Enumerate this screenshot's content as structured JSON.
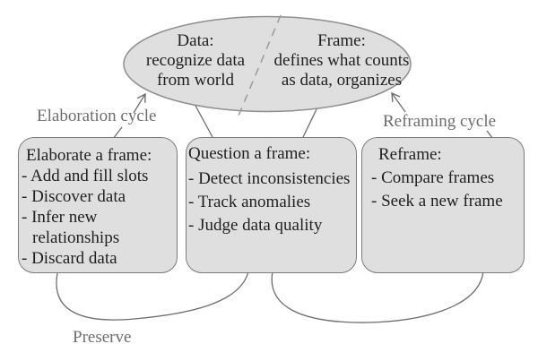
{
  "ellipse": {
    "left": {
      "title": "Data:",
      "line1": "recognize data",
      "line2": "from world"
    },
    "right": {
      "title": "Frame:",
      "line1": "defines what counts",
      "line2": "as data, organizes"
    }
  },
  "labels": {
    "elaboration": "Elaboration cycle",
    "reframing": "Reframing cycle",
    "preserve": "Preserve"
  },
  "boxes": {
    "elaborate": {
      "title": "Elaborate a frame:",
      "items": [
        "- Add and fill slots",
        "- Discover data",
        "- Infer new relationships",
        "- Discard data"
      ]
    },
    "question": {
      "title": "Question a frame:",
      "items": [
        "- Detect inconsistencies",
        "- Track anomalies",
        "- Judge data quality"
      ]
    },
    "reframe": {
      "title": "Reframe:",
      "items": [
        "- Compare frames",
        "- Seek a new frame"
      ]
    }
  },
  "colors": {
    "shape_fill": "#dfdfdf",
    "box_border": "#7b7b7b",
    "ellipse_border": "#8f8f8f",
    "line": "#6d6d6d",
    "dashed_divider": "#9a9a9a",
    "text": "#1f1f1f",
    "label_text": "#6d6d6d",
    "background": "#ffffff"
  }
}
